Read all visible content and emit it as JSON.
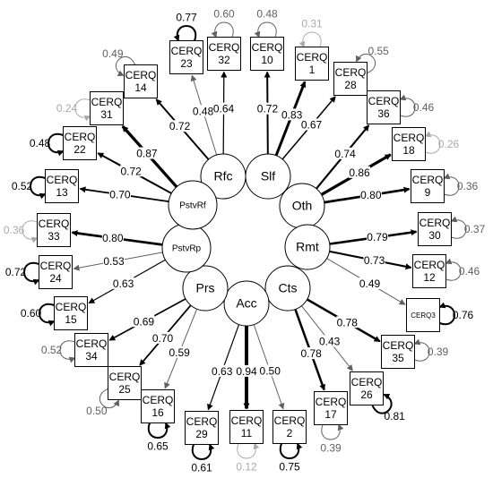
{
  "factors": [
    {
      "id": "Rfc",
      "label": "Rfc"
    },
    {
      "id": "Slf",
      "label": "Slf"
    },
    {
      "id": "Oth",
      "label": "Oth"
    },
    {
      "id": "Rmt",
      "label": "Rmt"
    },
    {
      "id": "Cts",
      "label": "Cts"
    },
    {
      "id": "Acc",
      "label": "Acc"
    },
    {
      "id": "Prs",
      "label": "Prs"
    },
    {
      "id": "PstvRp",
      "label": "PstvRp"
    },
    {
      "id": "PstvRf",
      "label": "PstvRf"
    }
  ],
  "items": [
    {
      "id": "23",
      "label": "CERQ\n23",
      "variance": "0.77",
      "var_style": "dark"
    },
    {
      "id": "32",
      "label": "CERQ\n32",
      "variance": "0.60",
      "var_style": "mid"
    },
    {
      "id": "10",
      "label": "CERQ\n10",
      "variance": "0.48",
      "var_style": "mid"
    },
    {
      "id": "1",
      "label": "CERQ\n1",
      "variance": "0.31",
      "var_style": "light"
    },
    {
      "id": "28",
      "label": "CERQ\n28",
      "variance": "0.55",
      "var_style": "mid"
    },
    {
      "id": "36",
      "label": "CERQ\n36",
      "variance": "0.46",
      "var_style": "mid"
    },
    {
      "id": "18",
      "label": "CERQ\n18",
      "variance": "0.26",
      "var_style": "light"
    },
    {
      "id": "9",
      "label": "CERQ\n9",
      "variance": "0.36",
      "var_style": "mid"
    },
    {
      "id": "30",
      "label": "CERQ\n30",
      "variance": "0.37",
      "var_style": "mid"
    },
    {
      "id": "12",
      "label": "CERQ\n12",
      "variance": "0.46",
      "var_style": "mid"
    },
    {
      "id": "3",
      "label": "CERQ3",
      "variance": "0.76",
      "var_style": "dark"
    },
    {
      "id": "35",
      "label": "CERQ\n35",
      "variance": "0.39",
      "var_style": "mid"
    },
    {
      "id": "26",
      "label": "CERQ\n26",
      "variance": "0.81",
      "var_style": "dark"
    },
    {
      "id": "17",
      "label": "CERQ\n17",
      "variance": "0.39",
      "var_style": "mid"
    },
    {
      "id": "2",
      "label": "CERQ\n2",
      "variance": "0.75",
      "var_style": "dark"
    },
    {
      "id": "11",
      "label": "CERQ\n11",
      "variance": "0.12",
      "var_style": "light"
    },
    {
      "id": "29",
      "label": "CERQ\n29",
      "variance": "0.61",
      "var_style": "dark"
    },
    {
      "id": "16",
      "label": "CERQ\n16",
      "variance": "0.65",
      "var_style": "dark"
    },
    {
      "id": "25",
      "label": "CERQ\n25",
      "variance": "0.50",
      "var_style": "mid"
    },
    {
      "id": "34",
      "label": "CERQ\n34",
      "variance": "0.52",
      "var_style": "mid"
    },
    {
      "id": "15",
      "label": "CERQ\n15",
      "variance": "0.60",
      "var_style": "dark"
    },
    {
      "id": "24",
      "label": "CERQ\n24",
      "variance": "0.72",
      "var_style": "dark"
    },
    {
      "id": "33",
      "label": "CERQ\n33",
      "variance": "0.36",
      "var_style": "light"
    },
    {
      "id": "13",
      "label": "CERQ\n13",
      "variance": "0.52",
      "var_style": "dark"
    },
    {
      "id": "22",
      "label": "CERQ\n22",
      "variance": "0.48",
      "var_style": "dark"
    },
    {
      "id": "31",
      "label": "CERQ\n31",
      "variance": "0.24",
      "var_style": "light"
    },
    {
      "id": "14",
      "label": "CERQ\n14",
      "variance": "0.49",
      "var_style": "mid"
    }
  ],
  "loadings": [
    {
      "from": "Rfc",
      "to": "23",
      "value": "0.48"
    },
    {
      "from": "Rfc",
      "to": "32",
      "value": "0.64"
    },
    {
      "from": "Rfc",
      "to": "14",
      "value": "0.72"
    },
    {
      "from": "Slf",
      "to": "10",
      "value": "0.72"
    },
    {
      "from": "Slf",
      "to": "1",
      "value": "0.83"
    },
    {
      "from": "Slf",
      "to": "28",
      "value": "0.67"
    },
    {
      "from": "Oth",
      "to": "36",
      "value": "0.74"
    },
    {
      "from": "Oth",
      "to": "18",
      "value": "0.86"
    },
    {
      "from": "Oth",
      "to": "9",
      "value": "0.80"
    },
    {
      "from": "Rmt",
      "to": "30",
      "value": "0.79"
    },
    {
      "from": "Rmt",
      "to": "12",
      "value": "0.73"
    },
    {
      "from": "Rmt",
      "to": "3",
      "value": "0.49"
    },
    {
      "from": "Cts",
      "to": "35",
      "value": "0.78"
    },
    {
      "from": "Cts",
      "to": "26",
      "value": "0.43"
    },
    {
      "from": "Cts",
      "to": "17",
      "value": "0.78"
    },
    {
      "from": "Acc",
      "to": "11",
      "value": "0.94"
    },
    {
      "from": "Acc",
      "to": "2",
      "value": "0.50"
    },
    {
      "from": "Acc",
      "to": "29",
      "value": "0.63"
    },
    {
      "from": "Prs",
      "to": "34",
      "value": "0.69"
    },
    {
      "from": "Prs",
      "to": "25",
      "value": "0.70"
    },
    {
      "from": "Prs",
      "to": "16",
      "value": "0.59"
    },
    {
      "from": "PstvRp",
      "to": "33",
      "value": "0.80"
    },
    {
      "from": "PstvRp",
      "to": "24",
      "value": "0.53"
    },
    {
      "from": "PstvRp",
      "to": "15",
      "value": "0.63"
    },
    {
      "from": "PstvRf",
      "to": "13",
      "value": "0.70"
    },
    {
      "from": "PstvRf",
      "to": "22",
      "value": "0.72"
    },
    {
      "from": "PstvRf",
      "to": "31",
      "value": "0.87"
    }
  ],
  "colors": {
    "dark": "#000000",
    "mid": "#606060",
    "light": "#aaaaaa",
    "stroke": "#000000"
  }
}
